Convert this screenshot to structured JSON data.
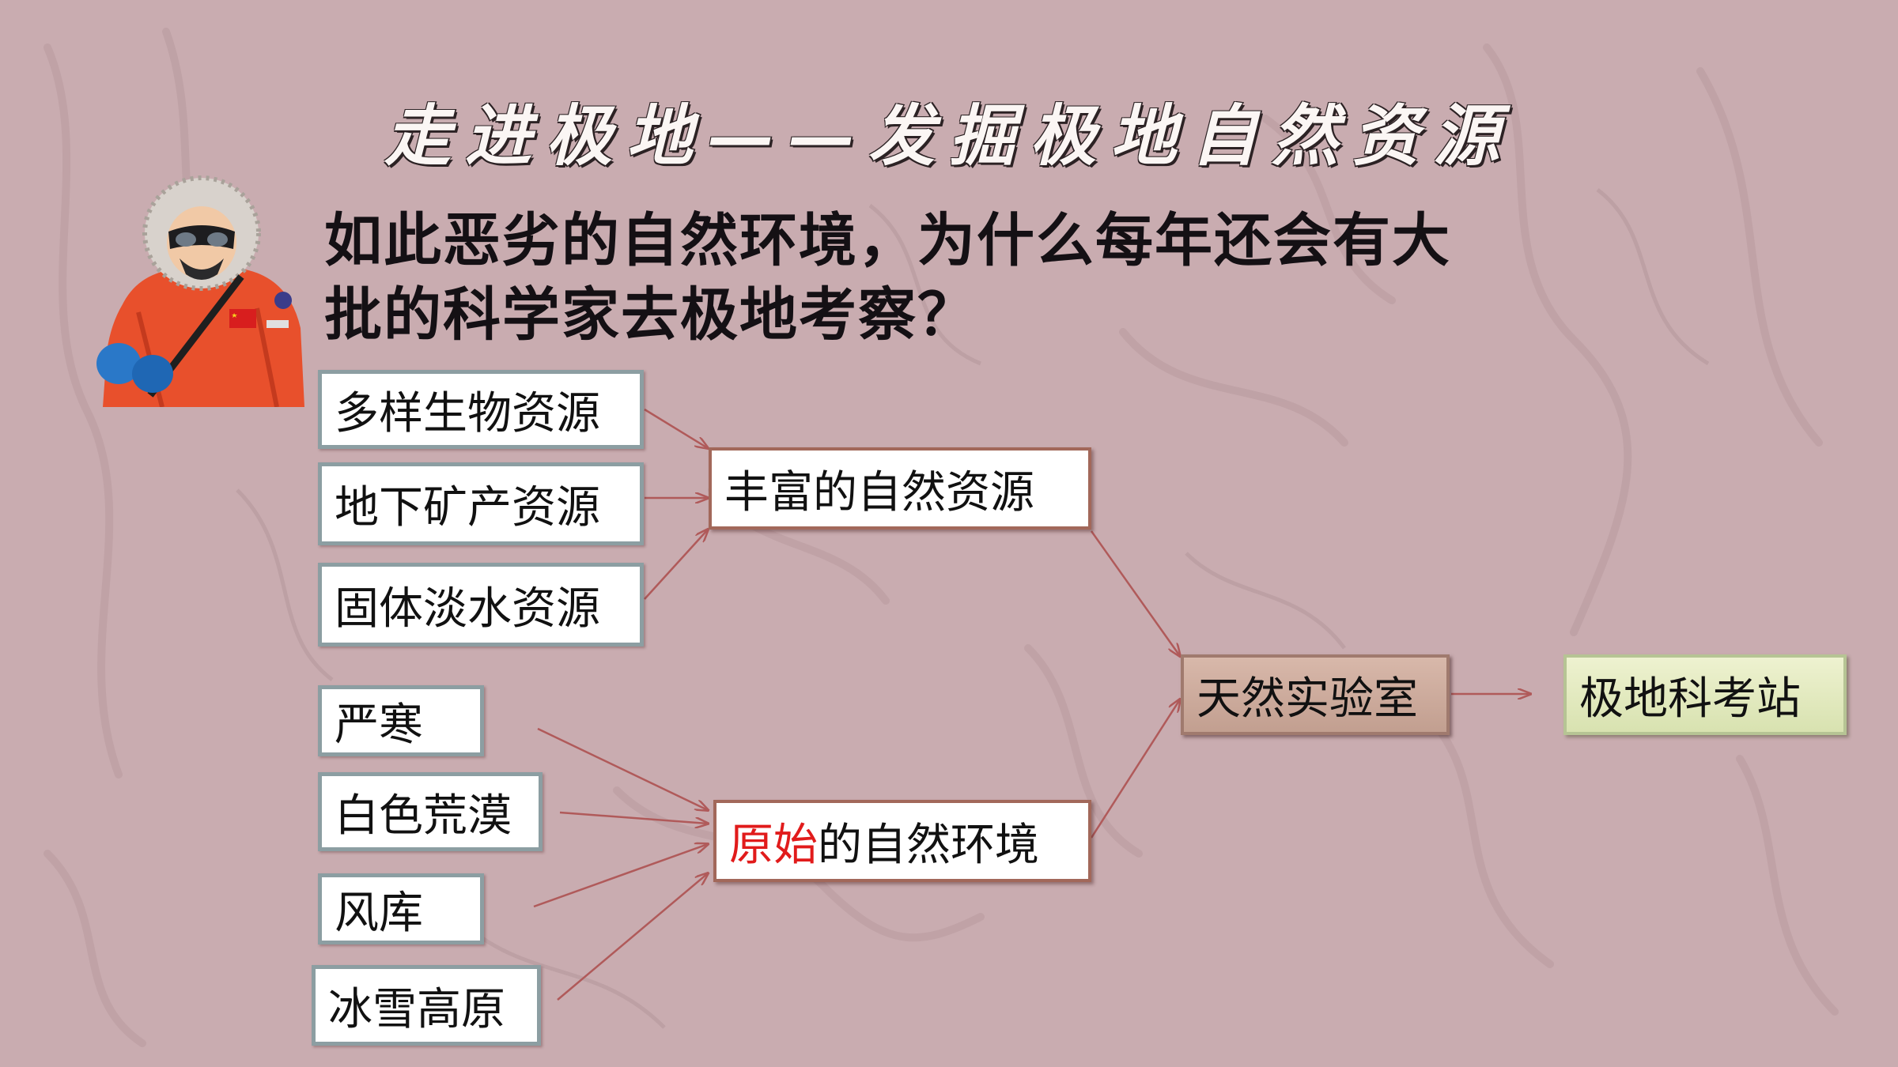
{
  "title": "走进极地——发掘极地自然资源",
  "question": {
    "line1": "如此恶劣的自然环境，为什么每年还会有大",
    "line2": "批的科学家去极地考察？"
  },
  "resources": {
    "items": [
      "多样生物资源",
      "地下矿产资源",
      "固体淡水资源"
    ],
    "summary": "丰富的自然资源"
  },
  "environment": {
    "items": [
      "严寒",
      "白色荒漠",
      "风库",
      "冰雪高原"
    ],
    "summary_highlight": "原始",
    "summary_rest": "的自然环境"
  },
  "lab": "天然实验室",
  "station": "极地科考站",
  "colors": {
    "background": "#c9acb0",
    "arrow": "#b05a5a",
    "highlight": "#e11b1b",
    "box_border": "#8c9ea2",
    "lab_fill": "#c9a697",
    "station_fill": "#e2e9c0"
  },
  "icons": [
    "polar-explorer-icon"
  ]
}
